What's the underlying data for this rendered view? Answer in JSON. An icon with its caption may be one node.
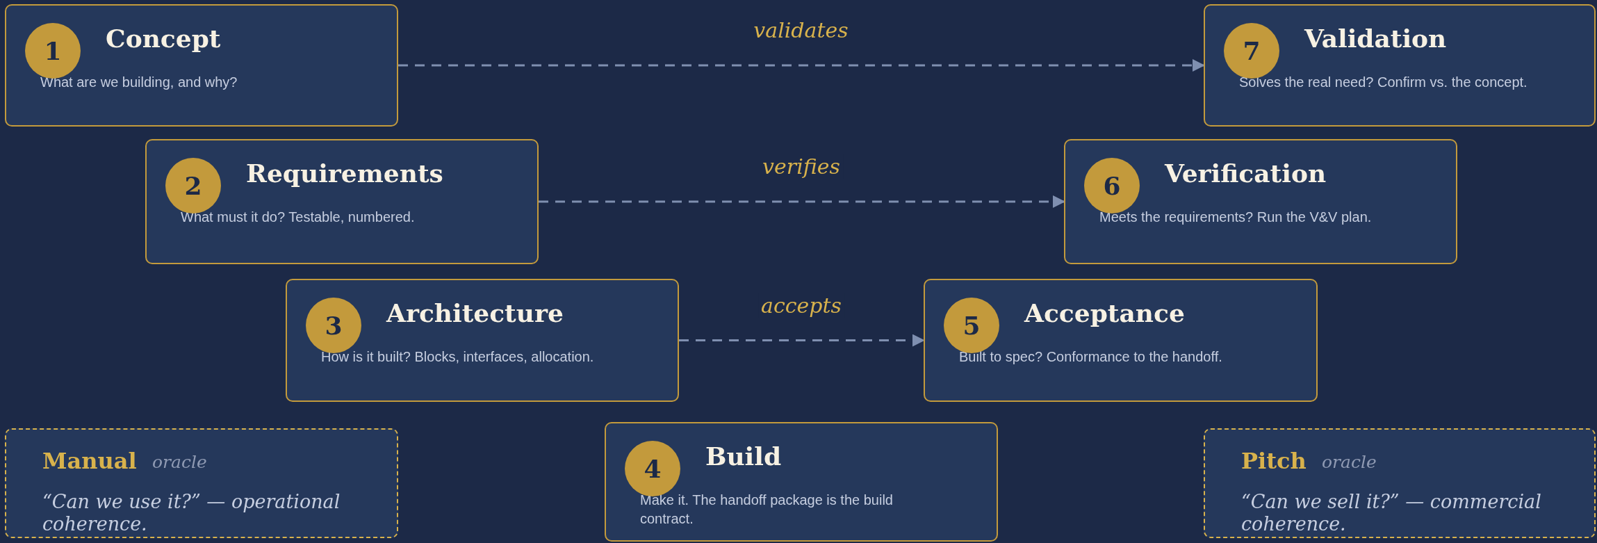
{
  "diagram": {
    "nodes": [
      {
        "text": [
          "Concept",
          "What are we building, and why?"
        ]
      },
      {
        "text": [
          "1"
        ],
        "in": 0
      },
      {
        "text": [
          "Validation",
          "Solves the real need? Confirm vs. the concept."
        ]
      },
      {
        "text": [
          "7"
        ],
        "in": 2
      },
      {
        "text": [
          "Requirements",
          "What must it do? Testable, numbered."
        ]
      },
      {
        "text": [
          "2"
        ],
        "in": 4
      },
      {
        "text": [
          "Verification",
          "Meets the requirements? Run the V&V plan."
        ]
      },
      {
        "text": [
          "6"
        ],
        "in": 6
      },
      {
        "text": [
          "Architecture",
          "How is it built? Blocks, interfaces, allocation."
        ]
      },
      {
        "text": [
          "3"
        ],
        "in": 8
      },
      {
        "text": [
          "Acceptance",
          "Built to spec? Conformance to the handoff."
        ]
      },
      {
        "text": [
          "5"
        ],
        "in": 10
      },
      {
        "text": [
          "Manual",
          "oracle",
          "“Can we use it?” — operational coherence."
        ]
      },
      {
        "text": [
          "Build",
          "Make it. The handoff package is the build contract."
        ]
      },
      {
        "text": [
          "4"
        ],
        "in": 13
      },
      {
        "text": [
          "Pitch",
          "oracle",
          "“Can we sell it?” — commercial coherence."
        ]
      }
    ],
    "edges": [
      {
        "from": 0,
        "to": 2,
        "arrow": "to",
        "label": "validates",
        "style": "dashed"
      },
      {
        "from": 4,
        "to": 6,
        "arrow": "to",
        "label": "verifies",
        "style": "dashed"
      },
      {
        "from": 8,
        "to": 10,
        "arrow": "to",
        "label": "accepts",
        "style": "dashed"
      }
    ]
  }
}
